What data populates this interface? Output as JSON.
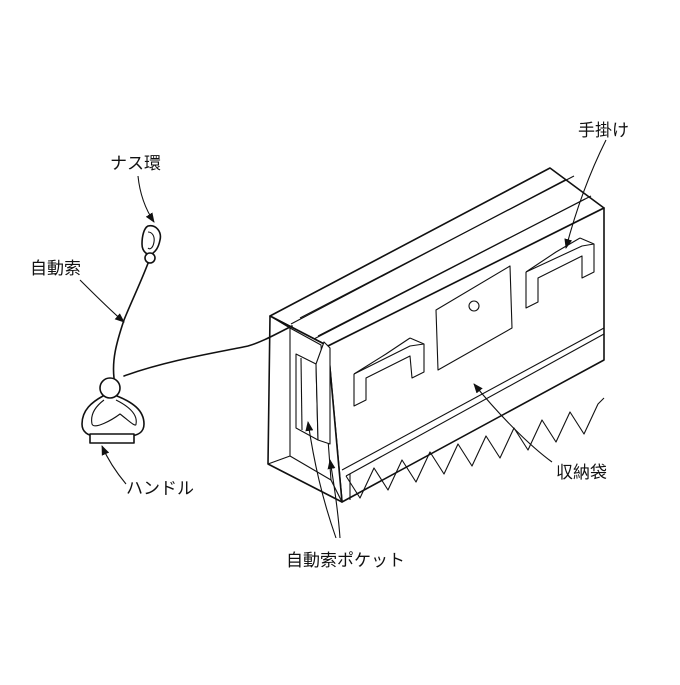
{
  "labels": {
    "carabiner": "ナス環",
    "lanyard": "自動索",
    "handle": "ハンドル",
    "hand_grip": "手掛け",
    "storage_bag": "収納袋",
    "lanyard_pocket": "自動索ポケット"
  }
}
